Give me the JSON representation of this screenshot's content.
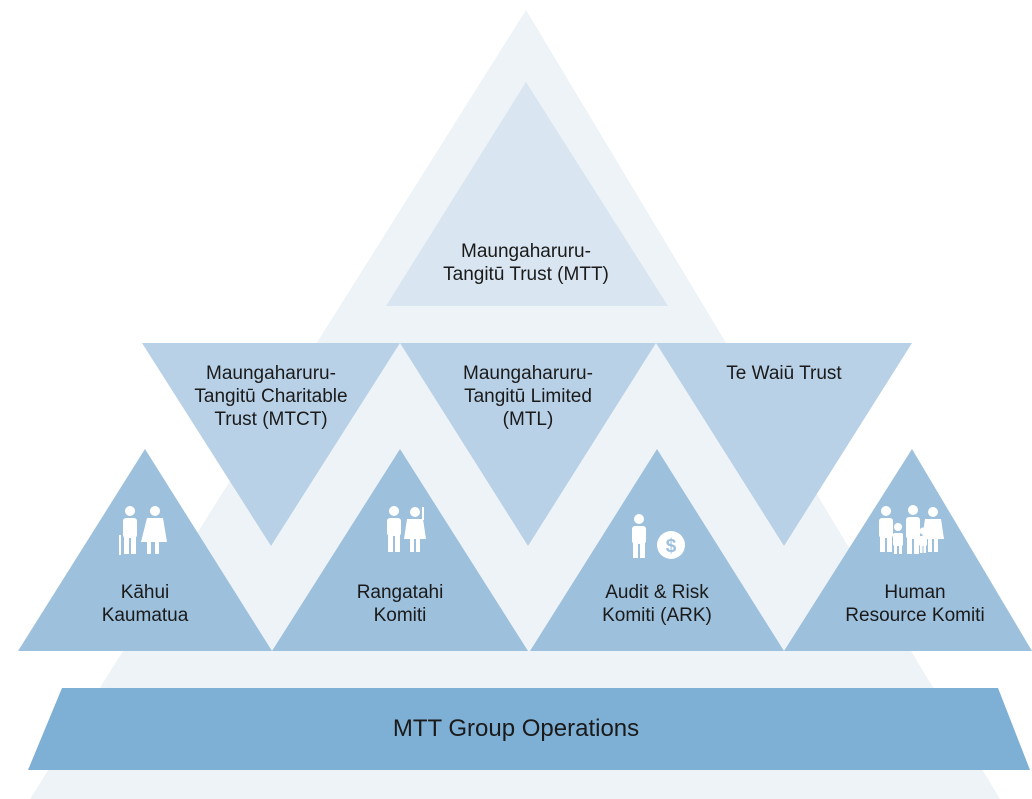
{
  "structure": {
    "top": {
      "lines": [
        "Maungaharuru-",
        "Tangitū Trust (MTT)"
      ]
    },
    "middle": [
      {
        "lines": [
          "Maungaharuru-",
          "Tangitū Charitable",
          "Trust (MTCT)"
        ]
      },
      {
        "lines": [
          "Maungaharuru-",
          "Tangitū Limited",
          "(MTL)"
        ]
      },
      {
        "lines": [
          "Te Waiū Trust"
        ]
      }
    ],
    "bottom": [
      {
        "lines": [
          "Kāhui",
          "Kaumatua"
        ],
        "icon": "elders-icon"
      },
      {
        "lines": [
          "Rangatahi",
          "Komiti"
        ],
        "icon": "youth-icon"
      },
      {
        "lines": [
          "Audit & Risk",
          "Komiti (ARK)"
        ],
        "icon": "person-dollar-icon"
      },
      {
        "lines": [
          "Human",
          "Resource Komiti"
        ],
        "icon": "family-group-icon"
      }
    ],
    "base": {
      "label": "MTT Group Operations"
    }
  },
  "colors": {
    "outer_triangle": "#eef3f7",
    "top_triangle": "#d9e5f0",
    "middle_triangles": "#b9d1e7",
    "bottom_triangles": "#9dc0dc",
    "base_band": "#7eafd5"
  }
}
